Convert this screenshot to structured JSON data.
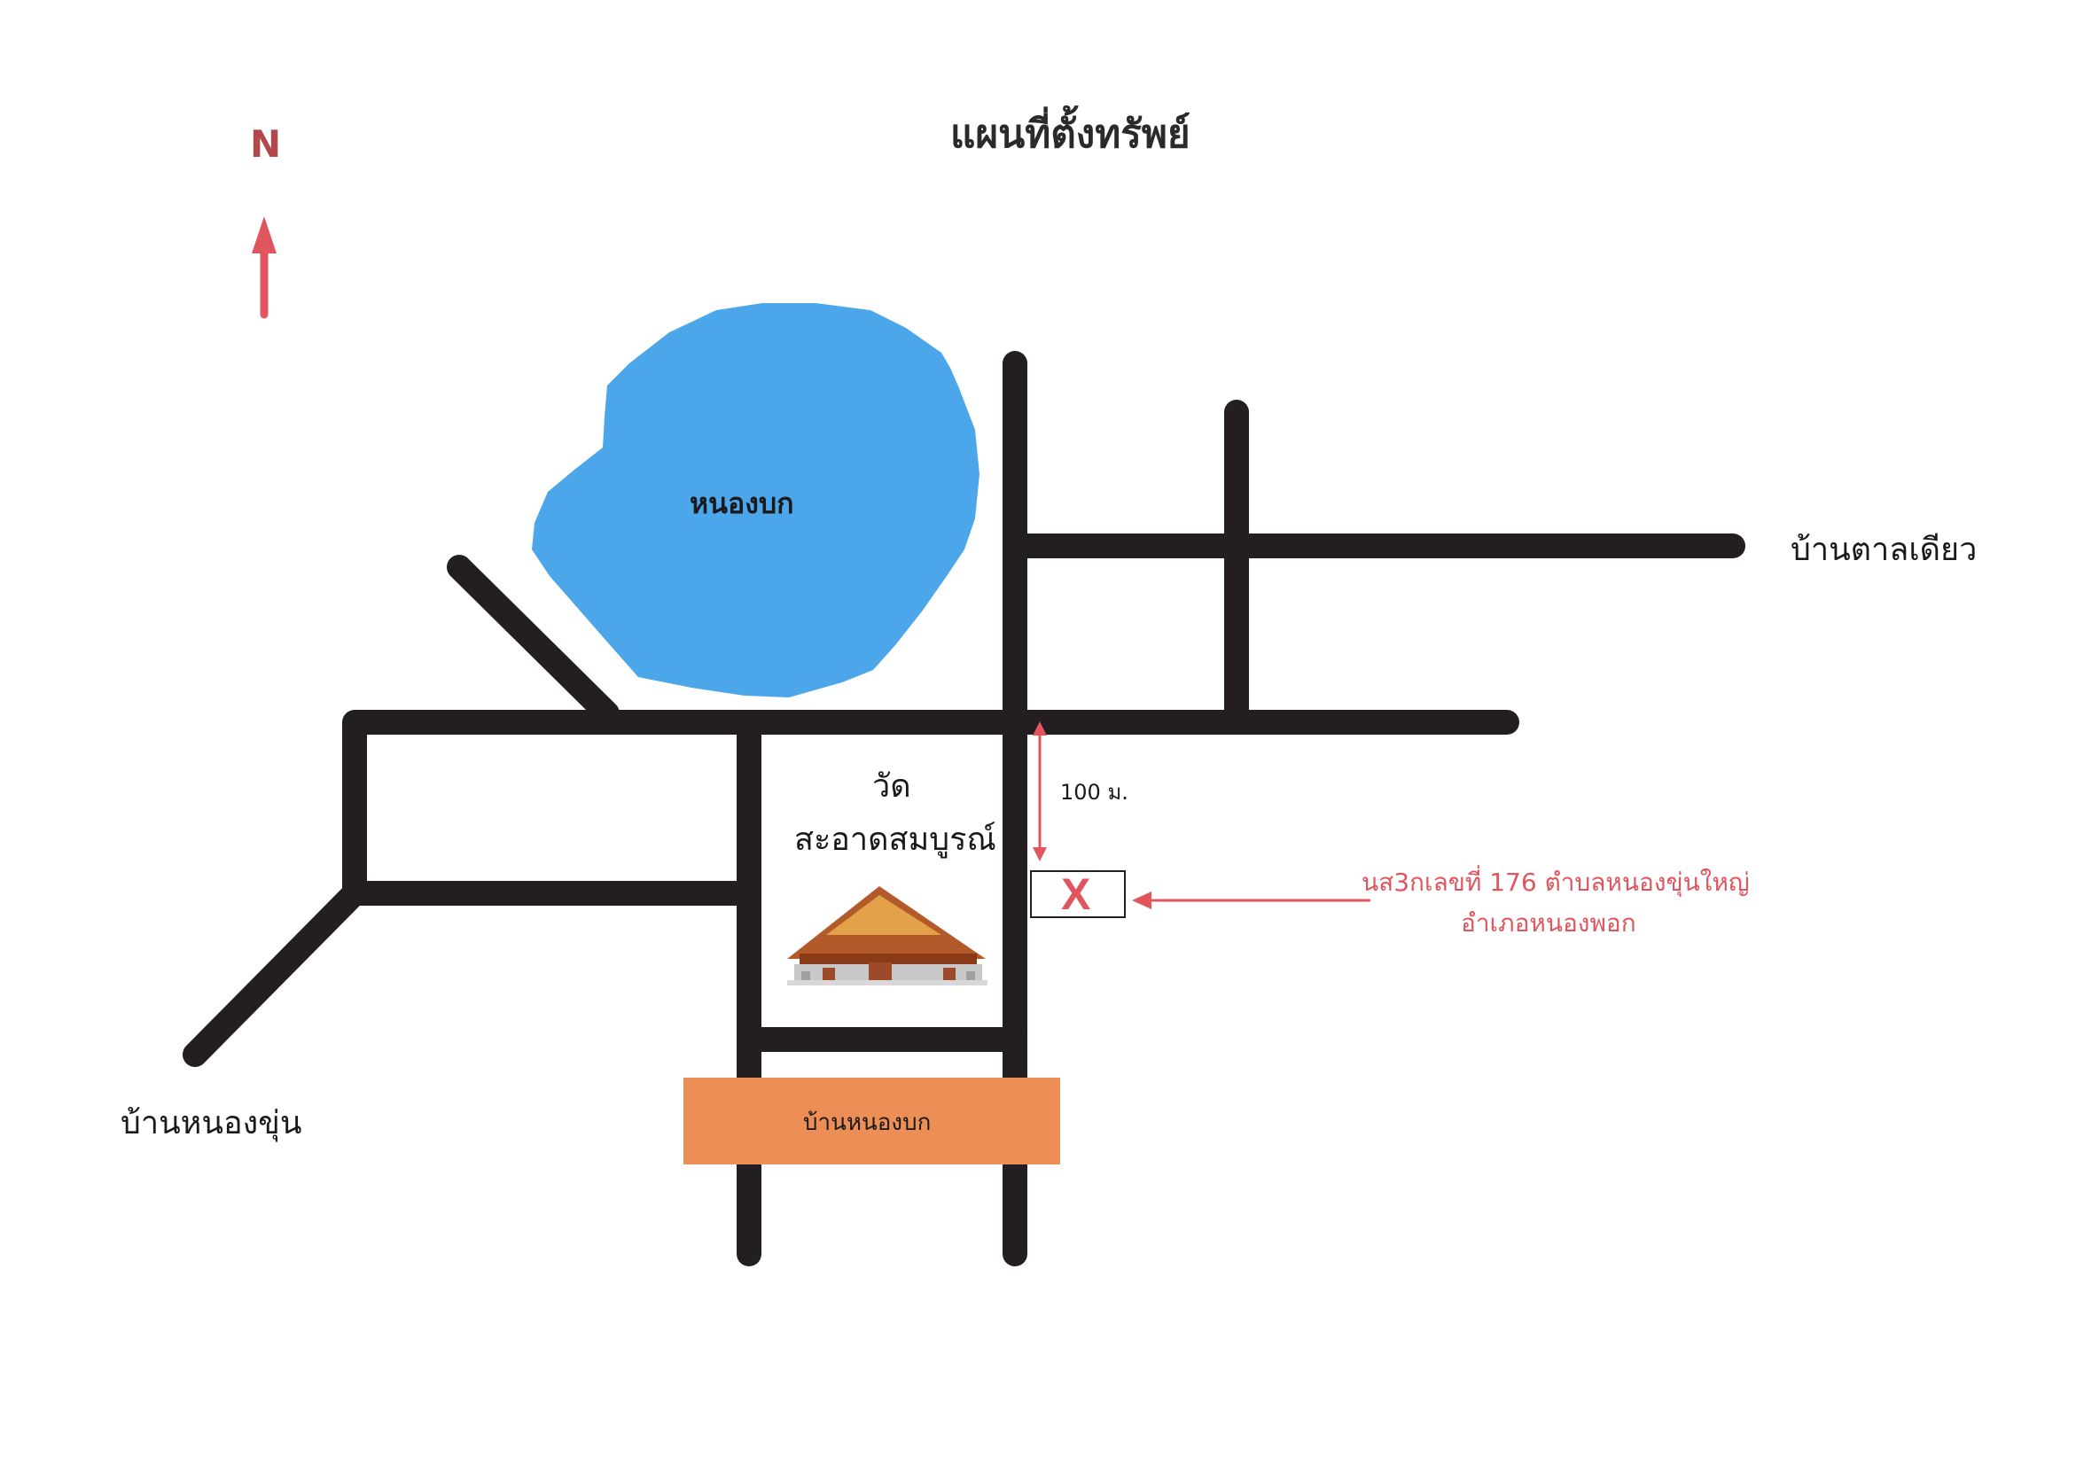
{
  "map": {
    "title": "แผนที่ตั้งทรัพย์",
    "north_label": "N",
    "pond_label": "หนองบก",
    "village_east": "บ้านตาลเดียว",
    "village_southwest": "บ้านหนองขุ่น",
    "village_box_label": "บ้านหนองบก",
    "temple_line1": "วัด",
    "temple_line2": "สะอาดสมบูรณ์",
    "distance_label": "100 ม.",
    "parcel_marker": "X",
    "parcel_line1": "นส3กเลขที่ 176  ตำบลหนองขุ่นใหญ่",
    "parcel_line2": "อำเภอหนองพอก"
  },
  "colors": {
    "road": "#231f20",
    "pond": "#4ba6ea",
    "village_box": "#ec8e55",
    "annotation": "#e0555e",
    "north_arrow": "#e0555e",
    "north_letter": "#b0484c"
  },
  "icons": {
    "north_arrow": "north-arrow-icon",
    "temple": "temple-icon",
    "parcel_marker": "x-mark-icon"
  }
}
